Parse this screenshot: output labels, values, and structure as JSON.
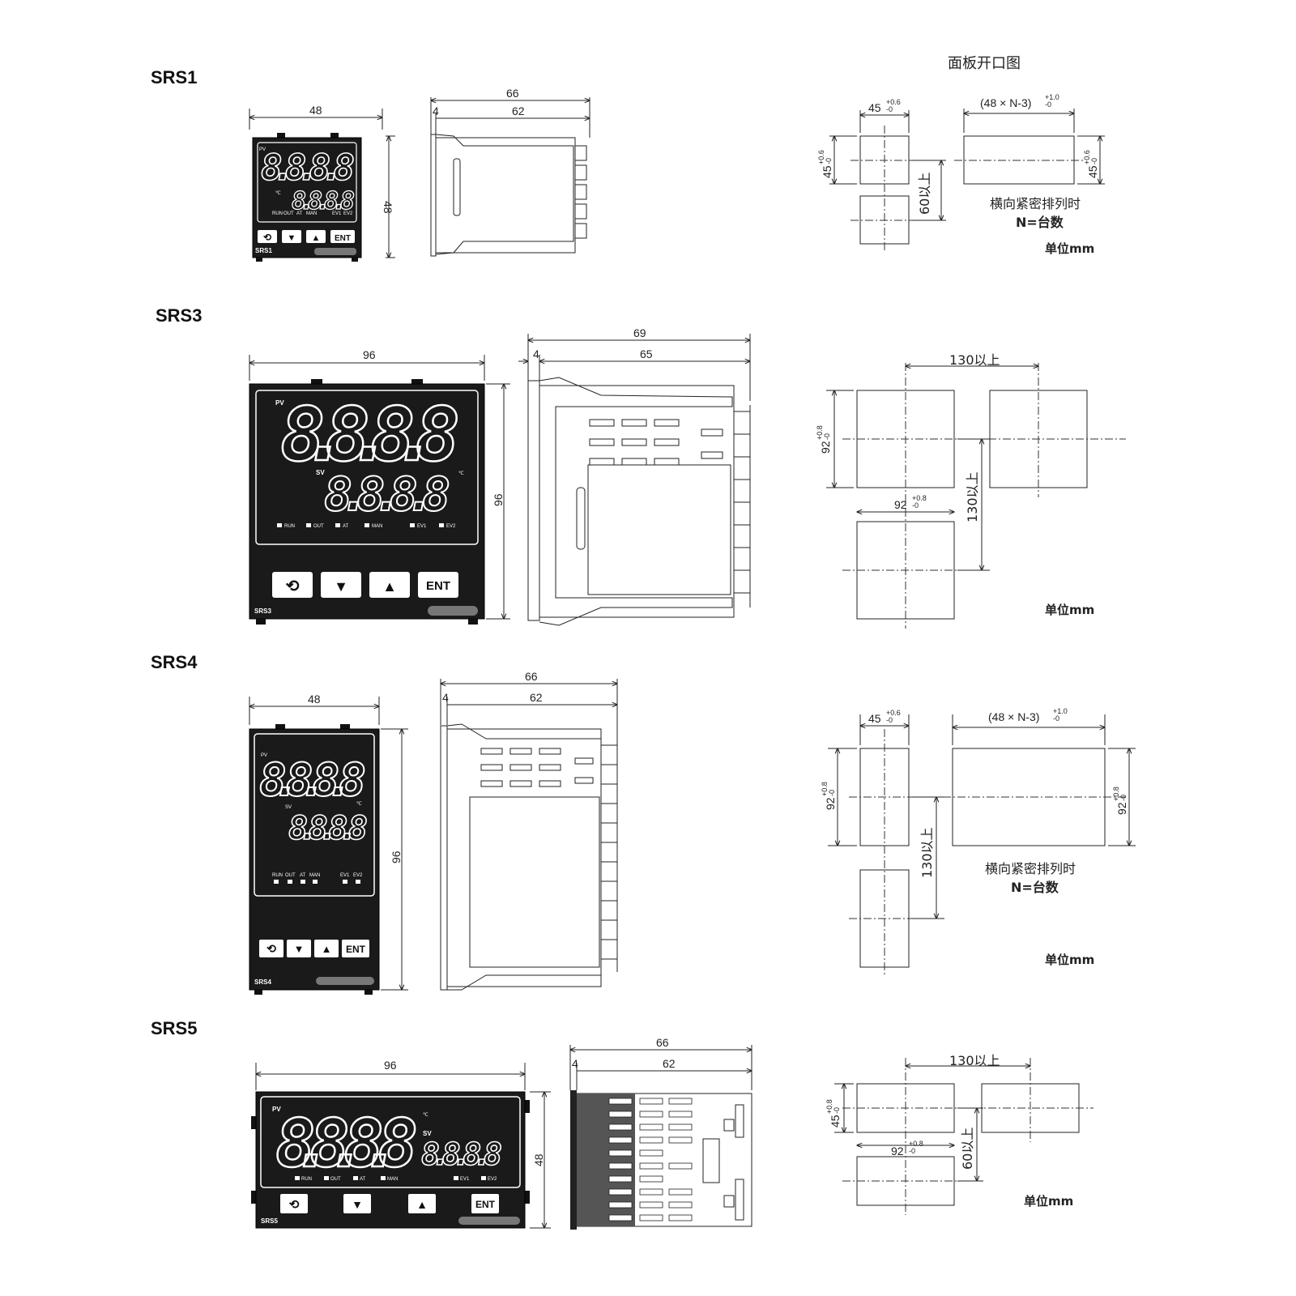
{
  "title": "面板开口图",
  "models": [
    {
      "name": "SRS1",
      "face_label": "SRS1",
      "front_width": "48",
      "front_height": "48",
      "depth_total": "66",
      "depth_front": "4",
      "depth_body": "62"
    },
    {
      "name": "SRS3",
      "face_label": "SRS3",
      "front_width": "96",
      "front_height": "96",
      "depth_total": "69",
      "depth_front": "4",
      "depth_body": "65"
    },
    {
      "name": "SRS4",
      "face_label": "SRS4",
      "front_width": "48",
      "front_height": "96",
      "depth_total": "66",
      "depth_front": "4",
      "depth_body": "62"
    },
    {
      "name": "SRS5",
      "face_label": "SRS5",
      "front_width": "96",
      "front_height": "48",
      "depth_total": "66",
      "depth_front": "4",
      "depth_body": "62"
    }
  ],
  "panel": {
    "pv_label": "PV",
    "sv_label": "SV",
    "display_digits": "8.8.8.8",
    "degree": "℃",
    "indicators": [
      "RUN",
      "OUT",
      "AT",
      "MAN",
      "EV1",
      "EV2"
    ],
    "buttons": [
      "⟲",
      "▼",
      "▲",
      "ENT"
    ]
  },
  "cutouts": {
    "srs1": {
      "w": "45",
      "w_tol_up": "+0.6",
      "w_tol_dn": "-0",
      "h": "45",
      "h_tol_up": "+0.6",
      "h_tol_dn": "-0",
      "side": "(48 × N-3)",
      "side_tol_up": "+1.0",
      "side_tol_dn": "-0",
      "gap": "60以上",
      "note1": "横向紧密排列时",
      "note2": "N=台数",
      "unit": "单位mm"
    },
    "srs3": {
      "w": "92",
      "w_tol_up": "+0.8",
      "w_tol_dn": "-0",
      "h": "92",
      "h_tol_up": "+0.8",
      "h_tol_dn": "-0",
      "gap_h": "130以上",
      "gap_v": "130以上",
      "unit": "单位mm"
    },
    "srs4": {
      "w": "45",
      "w_tol_up": "+0.6",
      "w_tol_dn": "-0",
      "h": "92",
      "h_tol_up": "+0.8",
      "h_tol_dn": "-0",
      "side": "(48 × N-3)",
      "side_tol_up": "+1.0",
      "side_tol_dn": "-0",
      "side_h": "92",
      "gap": "130以上",
      "note1": "横向紧密排列时",
      "note2": "N=台数",
      "unit": "单位mm"
    },
    "srs5": {
      "w": "92",
      "w_tol_up": "+0.8",
      "w_tol_dn": "-0",
      "h": "45",
      "h_tol_up": "+0.8",
      "h_tol_dn": "-0",
      "gap_h": "130以上",
      "gap_v": "60以上",
      "unit": "单位mm"
    }
  }
}
